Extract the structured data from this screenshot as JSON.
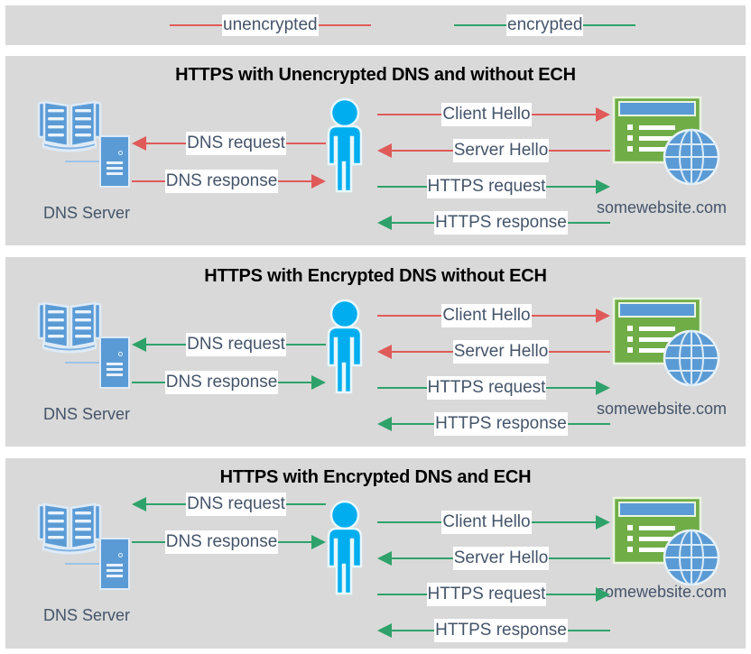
{
  "colors": {
    "panel_bg": "#D9D9D9",
    "page_bg": "#FFFFFF",
    "unencrypted": "#E05A5A",
    "encrypted": "#2EA26A",
    "label_text": "#44546A",
    "title_text": "#000000",
    "person": "#00AEEF",
    "server_blue": "#5B9BD5",
    "website_green": "#70AD47",
    "globe_blue": "#5B9BD5"
  },
  "legend": {
    "items": [
      {
        "label": "unencrypted",
        "color_key": "unencrypted",
        "icon": "line-segment-icon"
      },
      {
        "label": "encrypted",
        "color_key": "encrypted",
        "icon": "line-segment-icon"
      }
    ]
  },
  "panels": [
    {
      "title": "HTTPS with Unencrypted DNS and without ECH",
      "dns_server_label": "DNS Server",
      "website_label": "somewebsite.com",
      "left_flows": [
        {
          "label": "DNS request",
          "direction": "left",
          "encrypted": false
        },
        {
          "label": "DNS response",
          "direction": "right",
          "encrypted": false
        }
      ],
      "right_flows": [
        {
          "label": "Client Hello",
          "direction": "right",
          "encrypted": false
        },
        {
          "label": "Server Hello",
          "direction": "left",
          "encrypted": false
        },
        {
          "label": "HTTPS request",
          "direction": "right",
          "encrypted": true
        },
        {
          "label": "HTTPS response",
          "direction": "left",
          "encrypted": true
        }
      ]
    },
    {
      "title": "HTTPS with Encrypted DNS without ECH",
      "dns_server_label": "DNS Server",
      "website_label": "somewebsite.com",
      "left_flows": [
        {
          "label": "DNS request",
          "direction": "left",
          "encrypted": true
        },
        {
          "label": "DNS response",
          "direction": "right",
          "encrypted": true
        }
      ],
      "right_flows": [
        {
          "label": "Client Hello",
          "direction": "right",
          "encrypted": false
        },
        {
          "label": "Server Hello",
          "direction": "left",
          "encrypted": false
        },
        {
          "label": "HTTPS request",
          "direction": "right",
          "encrypted": true
        },
        {
          "label": "HTTPS response",
          "direction": "left",
          "encrypted": true
        }
      ]
    },
    {
      "title": "HTTPS with Encrypted DNS and ECH",
      "dns_server_label": "DNS Server",
      "website_label": "somewebsite.com",
      "left_flows": [
        {
          "label": "DNS request",
          "direction": "left",
          "encrypted": true
        },
        {
          "label": "DNS response",
          "direction": "right",
          "encrypted": true
        }
      ],
      "right_flows": [
        {
          "label": "Client Hello",
          "direction": "right",
          "encrypted": true
        },
        {
          "label": "Server Hello",
          "direction": "left",
          "encrypted": true
        },
        {
          "label": "HTTPS request",
          "direction": "right",
          "encrypted": true
        },
        {
          "label": "HTTPS response",
          "direction": "left",
          "encrypted": true
        }
      ]
    }
  ]
}
